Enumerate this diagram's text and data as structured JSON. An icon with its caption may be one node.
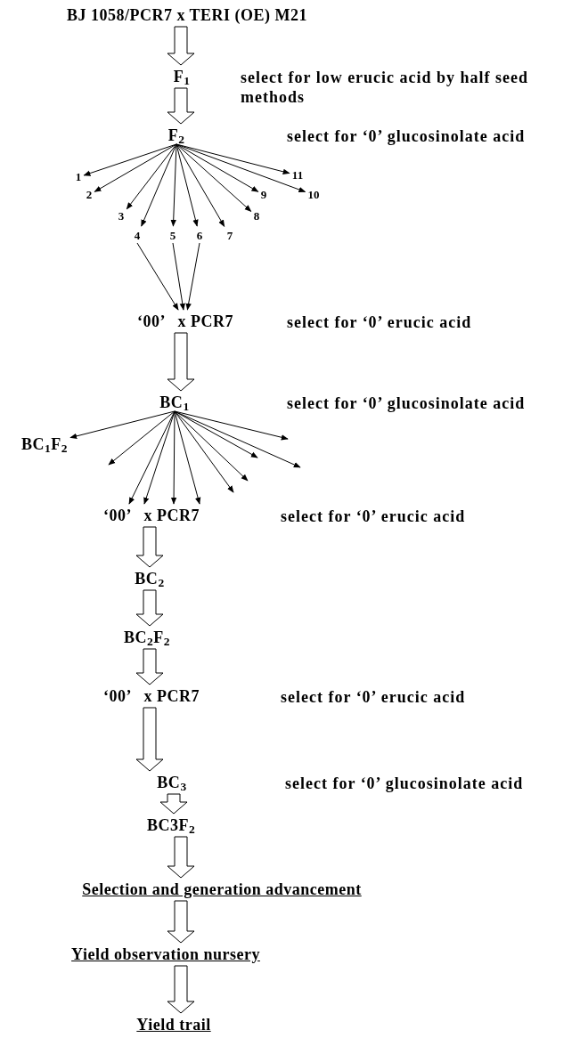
{
  "diagram": {
    "nodes": [
      {
        "text": [
          "BJ 1058/PCR7 x TERI (OE) M21"
        ]
      },
      {
        "text": [
          "F$_{1}$"
        ]
      },
      {
        "text": [
          "F$_{2}$"
        ]
      },
      {
        "text": [
          "1"
        ]
      },
      {
        "text": [
          "2"
        ]
      },
      {
        "text": [
          "3"
        ]
      },
      {
        "text": [
          "4"
        ]
      },
      {
        "text": [
          "5"
        ]
      },
      {
        "text": [
          "6"
        ]
      },
      {
        "text": [
          "7"
        ]
      },
      {
        "text": [
          "8"
        ]
      },
      {
        "text": [
          "9"
        ]
      },
      {
        "text": [
          "10"
        ]
      },
      {
        "text": [
          "11"
        ]
      },
      {
        "text": [
          "‘00’   x PCR7"
        ]
      },
      {
        "text": [
          "BC$_{1}$"
        ]
      },
      {
        "text": [
          "BC$_{1}$F$_{2}$"
        ]
      },
      {
        "text": [
          "‘00’   x PCR7"
        ]
      },
      {
        "text": [
          "BC$_{2}$"
        ]
      },
      {
        "text": [
          "BC$_{2}$F$_{2}$"
        ]
      },
      {
        "text": [
          "‘00’   x PCR7"
        ]
      },
      {
        "text": [
          "BC$_{3}$"
        ]
      },
      {
        "text": [
          "BC3F$_{2}$"
        ]
      },
      {
        "text": [
          "Selection and generation advancement"
        ]
      },
      {
        "text": [
          "Yield observation nursery"
        ]
      },
      {
        "text": [
          "Yield trail"
        ]
      }
    ],
    "edges": [
      {
        "from": 0,
        "to": 1,
        "arrow": "to",
        "style": "thick"
      },
      {
        "from": 1,
        "to": 2,
        "arrow": "to",
        "style": "thick"
      },
      {
        "from": 2,
        "to": 3,
        "arrow": "to"
      },
      {
        "from": 2,
        "to": 4,
        "arrow": "to"
      },
      {
        "from": 2,
        "to": 5,
        "arrow": "to"
      },
      {
        "from": 2,
        "to": 6,
        "arrow": "to"
      },
      {
        "from": 2,
        "to": 7,
        "arrow": "to"
      },
      {
        "from": 2,
        "to": 8,
        "arrow": "to"
      },
      {
        "from": 2,
        "to": 9,
        "arrow": "to"
      },
      {
        "from": 2,
        "to": 10,
        "arrow": "to"
      },
      {
        "from": 2,
        "to": 11,
        "arrow": "to"
      },
      {
        "from": 2,
        "to": 12,
        "arrow": "to"
      },
      {
        "from": 2,
        "to": 13,
        "arrow": "to"
      },
      {
        "from": 6,
        "to": 14,
        "arrow": "to"
      },
      {
        "from": 7,
        "to": 14,
        "arrow": "to"
      },
      {
        "from": 8,
        "to": 14,
        "arrow": "to"
      },
      {
        "from": 14,
        "to": 15,
        "arrow": "to",
        "style": "thick"
      },
      {
        "from": 15,
        "to": 16,
        "arrow": "to"
      },
      {
        "from": 15,
        "to": null,
        "arrow": "to"
      },
      {
        "from": 15,
        "to": 17,
        "arrow": "to"
      },
      {
        "from": 15,
        "to": 17,
        "arrow": "to"
      },
      {
        "from": 15,
        "to": 17,
        "arrow": "to"
      },
      {
        "from": 15,
        "to": 17,
        "arrow": "to"
      },
      {
        "from": 15,
        "to": null,
        "arrow": "to"
      },
      {
        "from": 15,
        "to": null,
        "arrow": "to"
      },
      {
        "from": 15,
        "to": null,
        "arrow": "to"
      },
      {
        "from": 15,
        "to": null,
        "arrow": "to"
      },
      {
        "from": 15,
        "to": null,
        "arrow": "to"
      },
      {
        "from": 17,
        "to": 18,
        "arrow": "to",
        "style": "thick"
      },
      {
        "from": 18,
        "to": 19,
        "arrow": "to",
        "style": "thick"
      },
      {
        "from": 19,
        "to": 20,
        "arrow": "to",
        "style": "thick"
      },
      {
        "from": 20,
        "to": 21,
        "arrow": "to",
        "style": "thick"
      },
      {
        "from": 21,
        "to": 22,
        "arrow": "to",
        "style": "thick"
      },
      {
        "from": 22,
        "to": 23,
        "arrow": "to",
        "style": "thick"
      },
      {
        "from": 23,
        "to": 24,
        "arrow": "to",
        "style": "thick"
      },
      {
        "from": 24,
        "to": 25,
        "arrow": "to",
        "style": "thick"
      }
    ],
    "labels": [
      "select for low erucic acid by half seed methods",
      "select for ‘0’ glucosinolate acid",
      "select for ‘0’ erucic acid",
      "select for ‘0’ glucosinolate acid",
      "select for ‘0’ erucic acid",
      "select for ‘0’ erucic acid",
      "select for ‘0’ glucosinolate acid"
    ]
  }
}
